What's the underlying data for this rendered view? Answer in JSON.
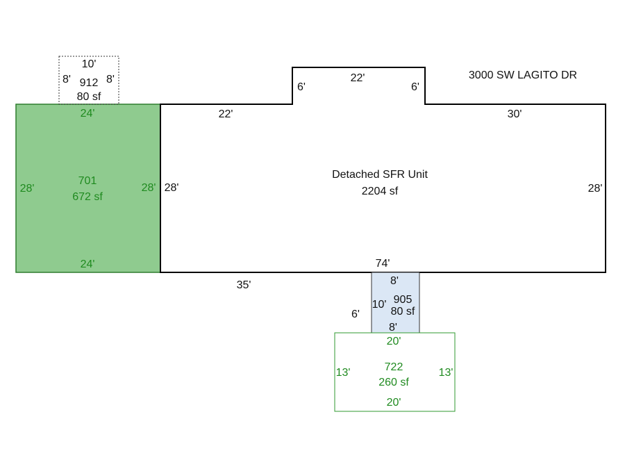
{
  "address": "3000 SW LAGITO DR",
  "colors": {
    "outline": "#000000",
    "garage_fill": "#8fcb8f",
    "garage_stroke": "#2f7d2f",
    "label_green": "#1f8a1f",
    "porch_fill": "#dbe7f5",
    "patio_stroke": "#2f9a2f"
  },
  "main_unit": {
    "name": "Detached SFR Unit",
    "area": "2204 sf",
    "dims": {
      "left_top": "22'",
      "bump_left": "6'",
      "bump_top": "22'",
      "bump_right": "6'",
      "right_top": "30'",
      "left": "28'",
      "right": "28'",
      "bottom": "74'",
      "bottom_left": "35'"
    }
  },
  "garage": {
    "code": "701",
    "area": "672 sf",
    "dims": {
      "top": "24'",
      "bottom": "24'",
      "left": "28'",
      "right": "28'"
    }
  },
  "box_912": {
    "code": "912",
    "area": "80 sf",
    "dims": {
      "top": "10'",
      "left": "8'",
      "right": "8'"
    }
  },
  "porch": {
    "code": "905",
    "area": "80 sf",
    "dims": {
      "top": "8'",
      "left": "10'",
      "bottom": "8'",
      "offset": "6'"
    }
  },
  "patio": {
    "code": "722",
    "area": "260 sf",
    "dims": {
      "top": "20'",
      "bottom": "20'",
      "left": "13'",
      "right": "13'"
    }
  }
}
